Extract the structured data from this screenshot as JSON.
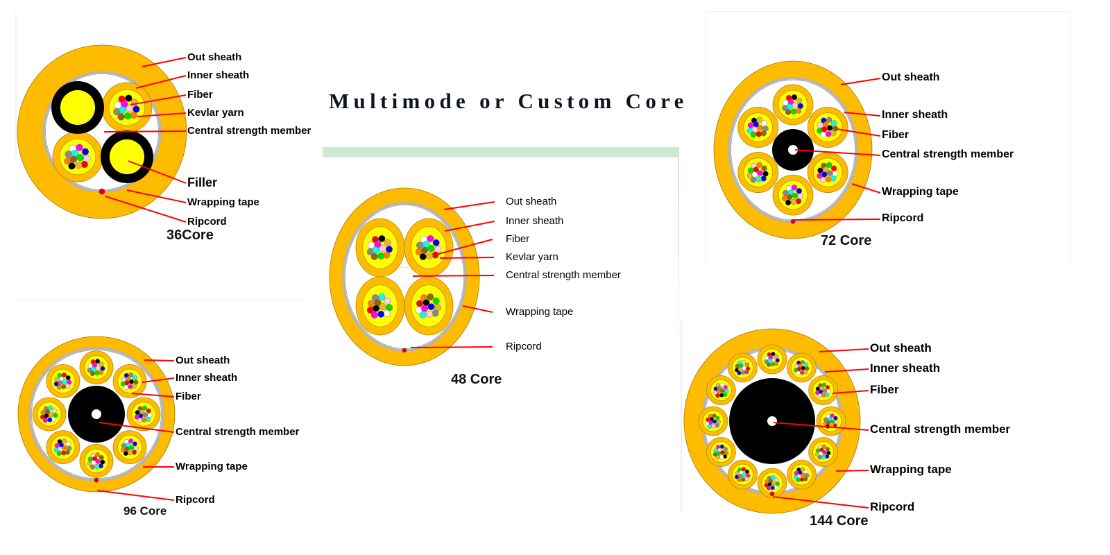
{
  "title": "Multimode or Custom Core",
  "colors": {
    "outer_sheath": "#ffbb00",
    "inner_sheath": "#ffbb00",
    "kevlar_yarn": "#ffff00",
    "wrapping_tape": "#b4b4b4",
    "central_member_jacket": "#000000",
    "leader_line": "#ff0000",
    "ripcord": "#e60000",
    "fiber_colors": [
      "#ff0000",
      "#000000",
      "#e8b440",
      "#ffffff",
      "#ff00ff",
      "#0000ff",
      "#888888",
      "#00ffff",
      "#ffccee",
      "#ff8000",
      "#8b6914",
      "#00dd00"
    ]
  },
  "cables": [
    {
      "id": "36",
      "caption": "36Core",
      "subunits": 2,
      "fillers": 2,
      "labels": [
        "Out sheath",
        "Inner sheath",
        "Fiber",
        "Kevlar yarn",
        "Central strength member",
        "Filler",
        "Wrapping tape",
        "Ripcord"
      ]
    },
    {
      "id": "48",
      "caption": "48 Core",
      "subunits": 4,
      "labels": [
        "Out sheath",
        "Inner sheath",
        "Fiber",
        "Kevlar yarn",
        "Central strength member",
        "Wrapping tape",
        "Ripcord"
      ]
    },
    {
      "id": "72",
      "caption": "72 Core",
      "subunits": 6,
      "labels": [
        "Out sheath",
        "Inner sheath",
        "Fiber",
        "Central strength member",
        "Wrapping tape",
        "Ripcord"
      ]
    },
    {
      "id": "96",
      "caption": "96 Core",
      "subunits": 8,
      "labels": [
        "Out sheath",
        "Inner sheath",
        "Fiber",
        "Central strength member",
        "Wrapping tape",
        "Ripcord"
      ]
    },
    {
      "id": "144",
      "caption": "144 Core",
      "subunits": 12,
      "labels": [
        "Out sheath",
        "Inner sheath",
        "Fiber",
        "Central strength member",
        "Wrapping tape",
        "Ripcord"
      ]
    }
  ]
}
